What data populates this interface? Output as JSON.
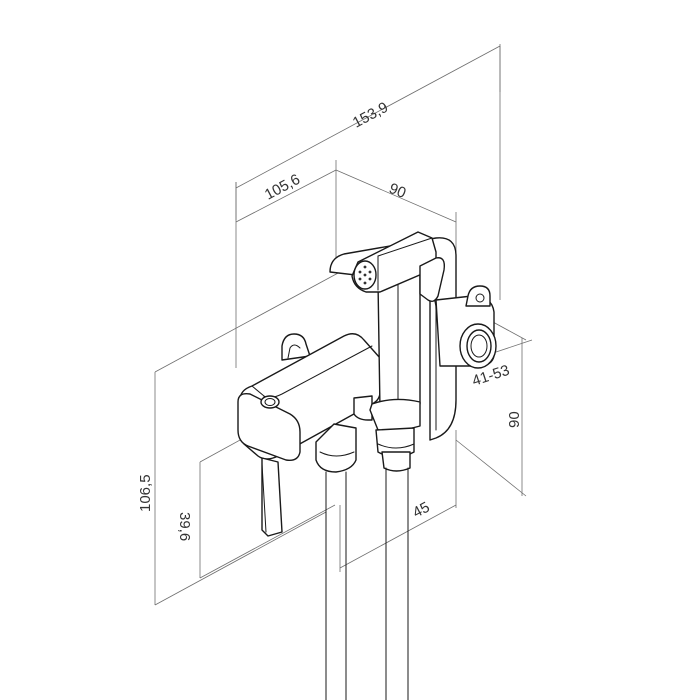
{
  "dimensions": {
    "total_width": "153,9",
    "body_depth": "105,6",
    "head_width": "90",
    "connection_range": "41-53",
    "side_height": "90",
    "base_offset": "45",
    "total_height": "106,5",
    "lever_height": "39,6"
  },
  "colors": {
    "line": "#1a1a1a",
    "dimension_line": "#6e6e6e",
    "background": "#ffffff"
  }
}
